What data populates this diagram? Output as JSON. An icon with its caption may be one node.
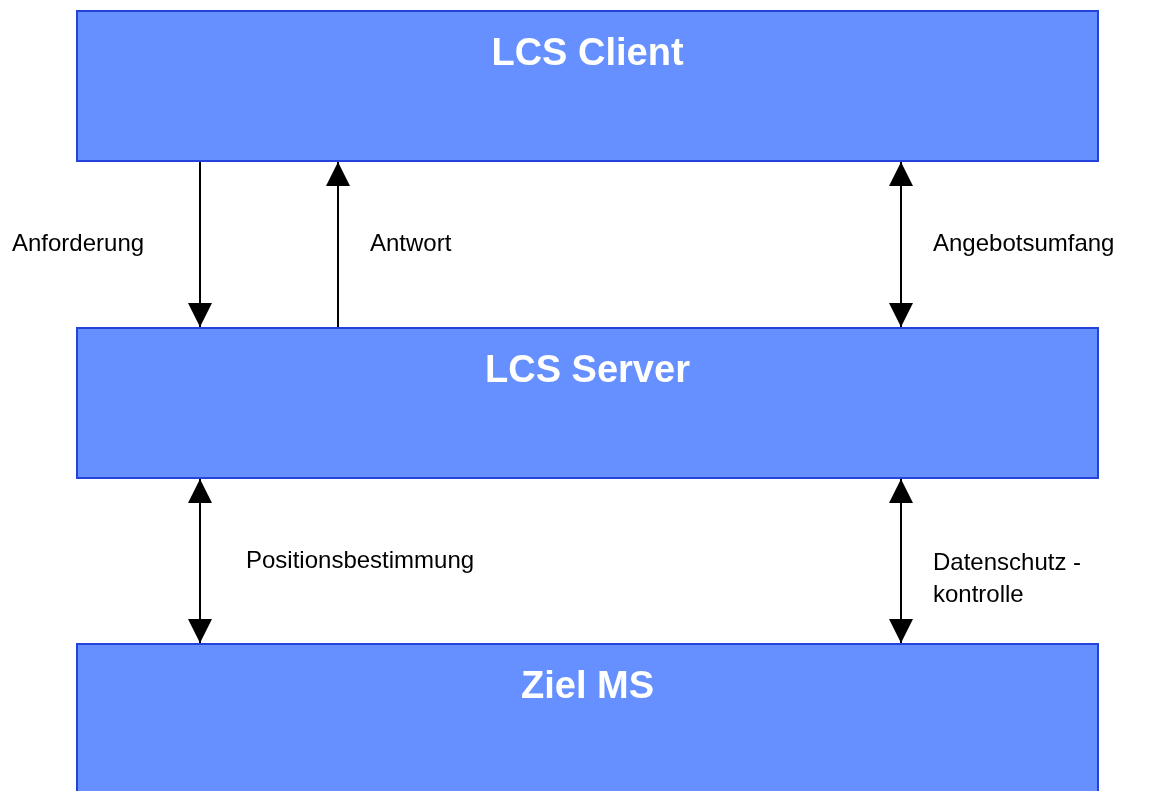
{
  "diagram": {
    "nodes": [
      {
        "text": [
          "LCS Client"
        ]
      },
      {
        "text": [
          "LCS Server"
        ]
      },
      {
        "text": [
          "Ziel MS"
        ]
      }
    ],
    "edges": [
      {
        "from": 0,
        "to": 1,
        "arrow": "to",
        "label": "Anforderung"
      },
      {
        "from": 1,
        "to": 0,
        "arrow": "to",
        "label": "Antwort"
      },
      {
        "from": 0,
        "to": 1,
        "arrow": "both",
        "label": "Angebotsumfang"
      },
      {
        "from": 1,
        "to": 2,
        "arrow": "both",
        "label": "Positionsbestimmung"
      },
      {
        "from": 1,
        "to": 2,
        "arrow": "both",
        "label": "Datenschutz -kontrolle"
      }
    ]
  }
}
